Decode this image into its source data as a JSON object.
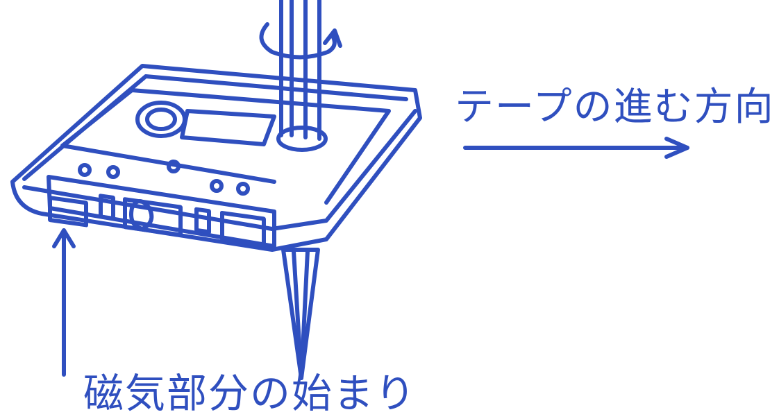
{
  "figure": {
    "line_color": "#2f4fbf",
    "paper_color": "#ffffff",
    "icons": [
      "cassette-tape-illustration",
      "pencil-icon",
      "rotation-arrow-icon",
      "right-arrow-icon",
      "up-arrow-icon"
    ]
  },
  "labels": {
    "tape_direction": "テープの進む方向",
    "magnetic_start": "磁気部分の始まり"
  }
}
